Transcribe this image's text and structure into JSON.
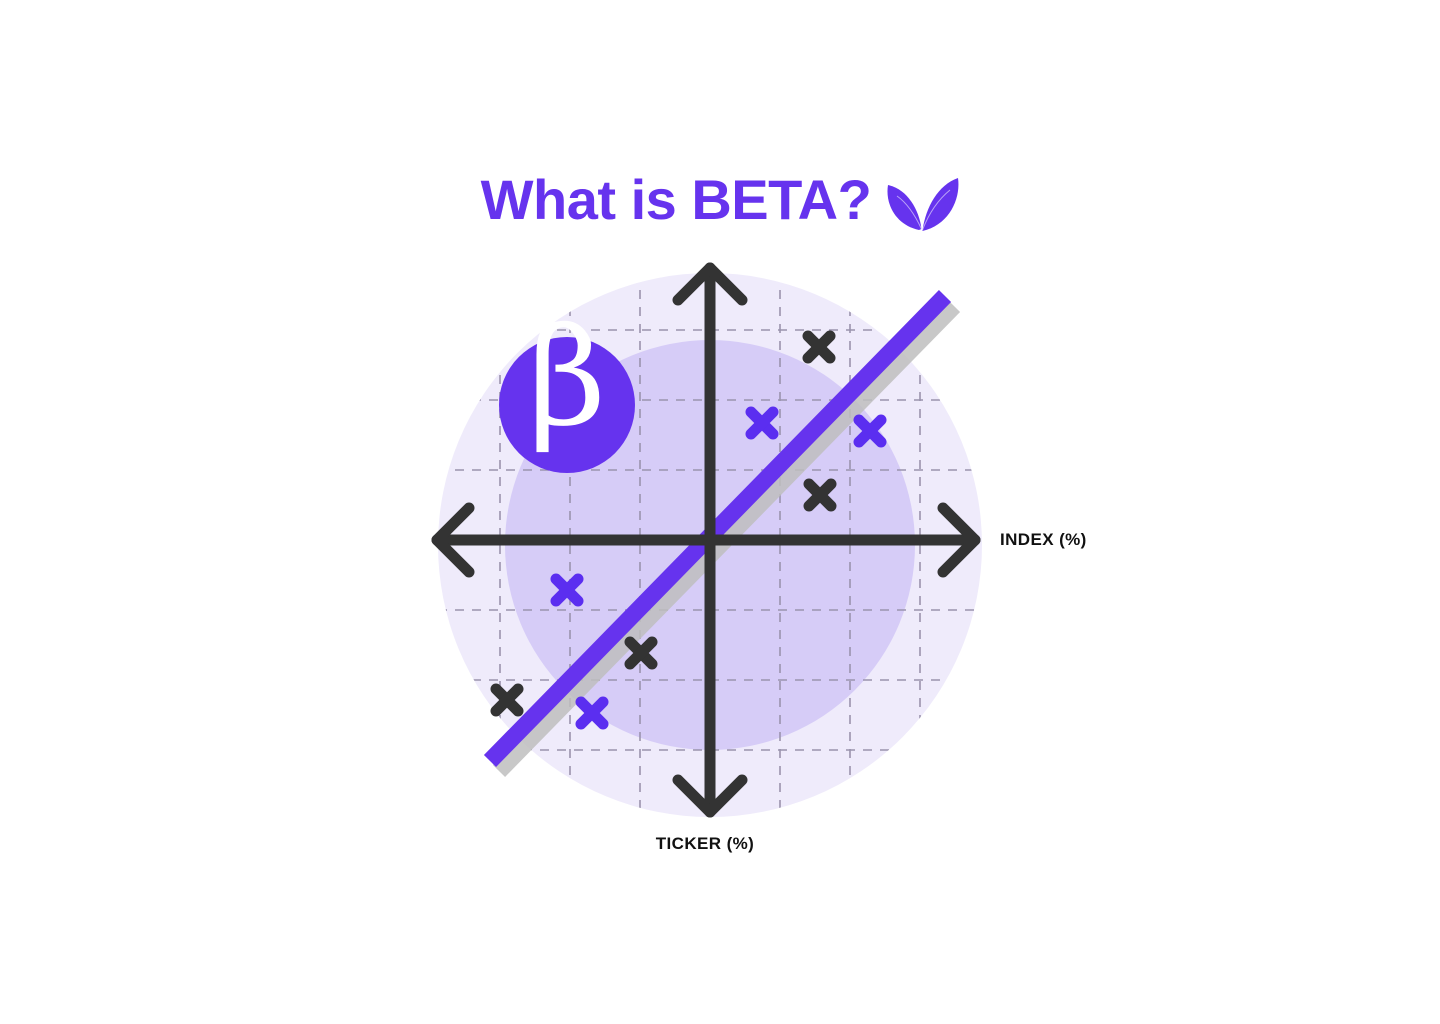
{
  "title": {
    "text": "What is BETA?",
    "color": "#6633ee",
    "icon": "leaf-icon"
  },
  "badge": {
    "symbol": "β",
    "fill": "#6633ee",
    "text_color": "#ffffff"
  },
  "palette": {
    "purple": "#6633ee",
    "purple_marker": "#5b2ef0",
    "dark": "#333333",
    "outer_circle": "#efebfb",
    "inner_circle": "#d6ccf7",
    "grid": "#9a93ad",
    "line_shadow": "#bfbfbf",
    "background": "#ffffff"
  },
  "chart_data": {
    "type": "scatter",
    "title": "What is BETA?",
    "xlabel": "INDEX (%)",
    "ylabel": "TICKER (%)",
    "xlim": [
      -5,
      5
    ],
    "ylim": [
      -5,
      5
    ],
    "grid": true,
    "grid_step": 1,
    "legend": "none",
    "axes_style": "four-quadrant arrows through origin",
    "origin": [
      0,
      0
    ],
    "series": [
      {
        "name": "dark-markers",
        "marker": "x",
        "color": "#333333",
        "points": [
          {
            "x": 1.55,
            "y": 2.75
          },
          {
            "x": 1.57,
            "y": 0.64
          },
          {
            "x": -1.0,
            "y": -1.64
          },
          {
            "x": -2.9,
            "y": -2.28
          },
          {
            "x": 1.55,
            "y": 2.75
          }
        ]
      },
      {
        "name": "purple-markers",
        "marker": "x",
        "color": "#5b2ef0",
        "points": [
          {
            "x": 0.74,
            "y": 1.67
          },
          {
            "x": 2.29,
            "y": 1.56
          },
          {
            "x": -2.04,
            "y": -0.71
          },
          {
            "x": -1.69,
            "y": -2.47
          }
        ]
      }
    ],
    "trendline": {
      "name": "beta-regression-line",
      "color": "#6633ee",
      "shadow": "#bfbfbf",
      "slope": 1.0,
      "intercept": 0.0,
      "x_range": [
        -3.15,
        3.35
      ]
    },
    "annotations": [
      {
        "name": "beta-badge",
        "text": "β",
        "x": -2.05,
        "y": 2.0
      }
    ]
  },
  "axes": {
    "x_label": "INDEX (%)",
    "y_label": "TICKER (%)"
  }
}
